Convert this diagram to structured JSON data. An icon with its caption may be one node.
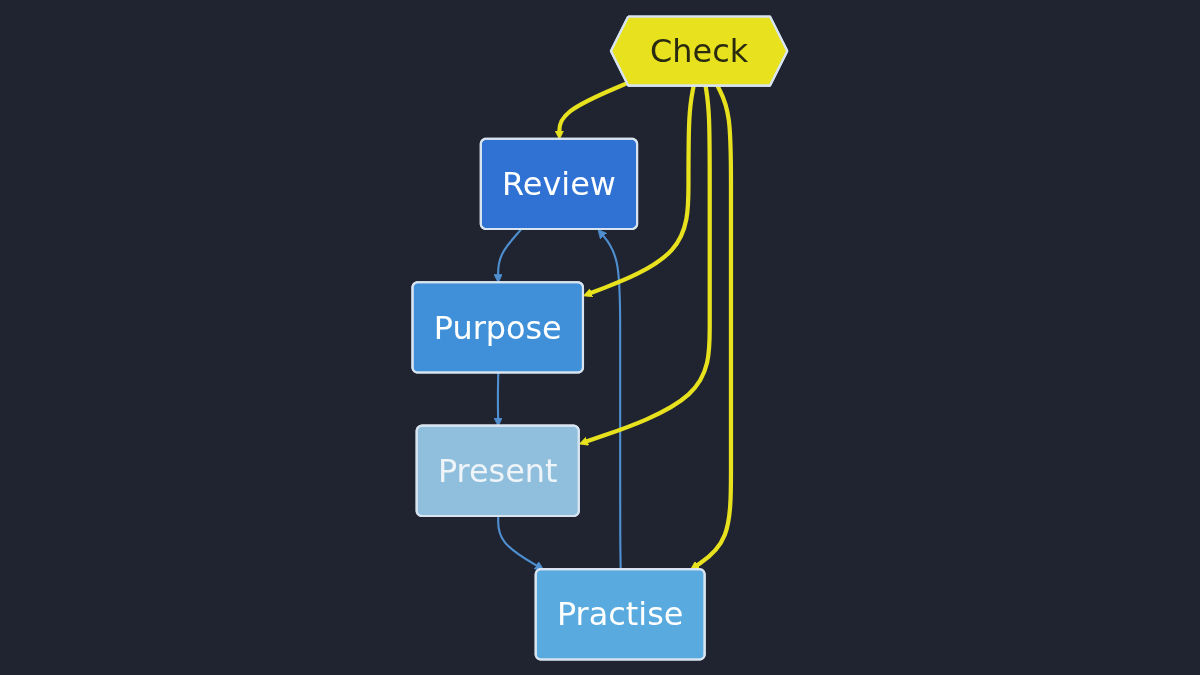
{
  "diagram": {
    "nodes": [
      {
        "text": [
          "Review"
        ]
      },
      {
        "text": [
          "Purpose"
        ]
      },
      {
        "text": [
          "Present"
        ]
      },
      {
        "text": [
          "Practise"
        ]
      },
      {
        "text": [
          "Check"
        ]
      }
    ],
    "edges": [
      {
        "from": 0,
        "to": 1,
        "arrow": "to"
      },
      {
        "from": 1,
        "to": 2,
        "arrow": "to"
      },
      {
        "from": 2,
        "to": 3,
        "arrow": "to"
      },
      {
        "from": 3,
        "to": 0,
        "arrow": "to"
      },
      {
        "from": 4,
        "to": 0,
        "arrow": "to",
        "style": "thick",
        "color": "#e8e21e"
      },
      {
        "from": 4,
        "to": 1,
        "arrow": "to",
        "style": "thick",
        "color": "#e8e21e"
      },
      {
        "from": 4,
        "to": 2,
        "arrow": "to",
        "style": "thick",
        "color": "#e8e21e"
      },
      {
        "from": 4,
        "to": 3,
        "arrow": "to",
        "style": "thick",
        "color": "#e8e21e"
      }
    ]
  }
}
